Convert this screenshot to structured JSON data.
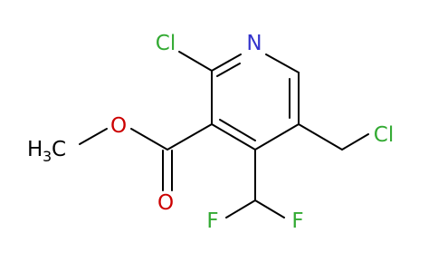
{
  "molecule": {
    "atoms": {
      "n": "N",
      "cl_ring": "Cl",
      "cl_chain": "Cl",
      "o_ester": "O",
      "o_carbonyl": "O",
      "f_left": "F",
      "f_right": "F",
      "methyl_main": "H",
      "methyl_sub": "3",
      "methyl_tail": "C"
    },
    "colors": {
      "bond": "#000000",
      "nitrogen": "#3333cc",
      "chlorine": "#33aa33",
      "oxygen": "#cc0000",
      "fluorine": "#33aa33",
      "carbon": "#000000"
    }
  }
}
